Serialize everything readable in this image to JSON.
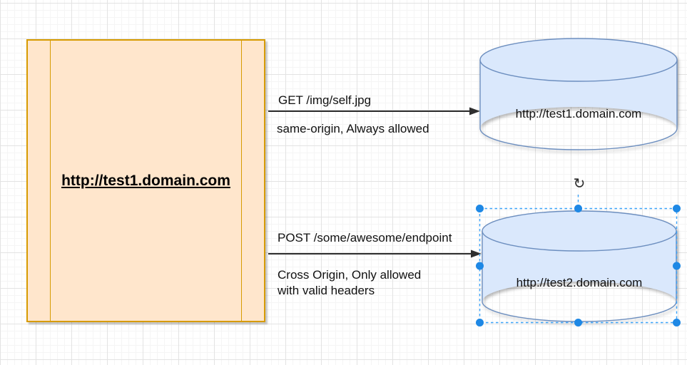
{
  "client": {
    "label": "http://test1.domain.com"
  },
  "servers": [
    {
      "label": "http://test1.domain.com",
      "selected": false
    },
    {
      "label": "http://test2.domain.com",
      "selected": true
    }
  ],
  "edges": [
    {
      "request": "GET /img/self.jpg",
      "note": "same-origin, Always allowed"
    },
    {
      "request": "POST /some/awesome/endpoint",
      "note_line1": "Cross Origin, Only allowed",
      "note_line2": "with valid headers"
    }
  ],
  "icons": {
    "rotate_glyph": "↻"
  },
  "colors": {
    "client_fill": "#FFE6CC",
    "client_stroke": "#D79B00",
    "server_fill": "#DAE8FC",
    "server_stroke": "#6C8EBF",
    "selection_stroke": "#3AA2F8",
    "handle_fill": "#1E88E5",
    "arrow": "#2E2E2E",
    "grid_major": "#E3E3E3",
    "grid_minor": "#F5F5F5"
  }
}
